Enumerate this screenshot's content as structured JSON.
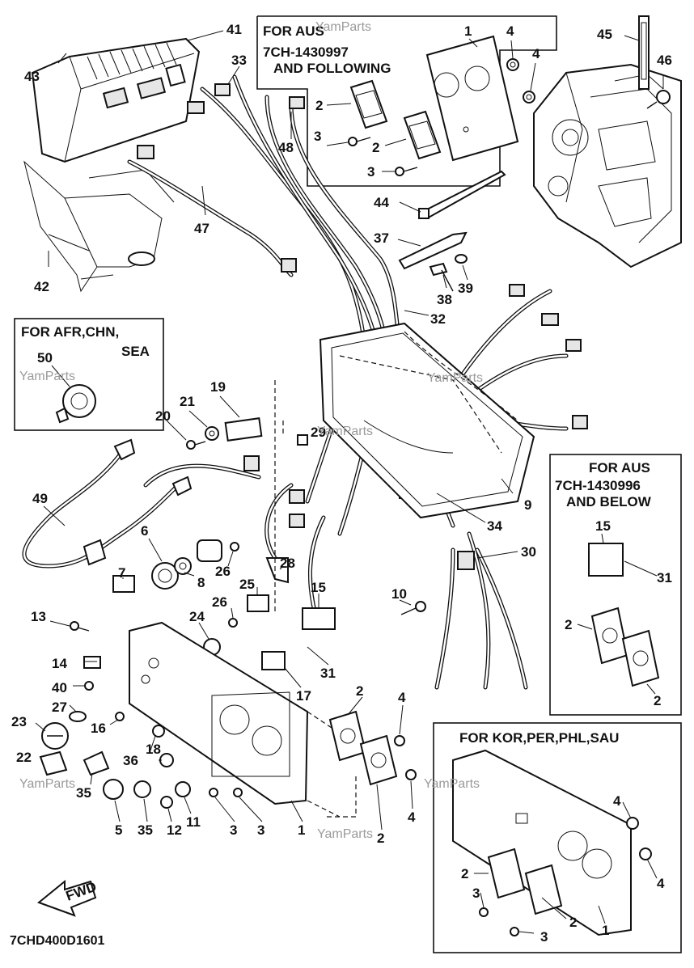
{
  "diagram": {
    "code": "7CHD400D1601",
    "fwd_label": "FWD",
    "watermark": "YamParts"
  },
  "boxes": {
    "aus_top": {
      "line1": "FOR  AUS",
      "line2": "7CH-1430997",
      "line3": "AND FOLLOWING"
    },
    "afr": {
      "line1": "FOR AFR,CHN,",
      "line2": "SEA"
    },
    "aus_right": {
      "line1": "FOR  AUS",
      "line2": "7CH-1430996",
      "line3": "AND BELOW"
    },
    "kor": {
      "line1": "FOR KOR,PER,PHL,SAU"
    }
  },
  "callouts": [
    {
      "id": "c41",
      "text": "41"
    },
    {
      "id": "c43",
      "text": "43"
    },
    {
      "id": "c33",
      "text": "33"
    },
    {
      "id": "c48",
      "text": "48"
    },
    {
      "id": "c47",
      "text": "47"
    },
    {
      "id": "c42",
      "text": "42"
    },
    {
      "id": "c1a",
      "text": "1"
    },
    {
      "id": "c4a",
      "text": "4"
    },
    {
      "id": "c4b",
      "text": "4"
    },
    {
      "id": "c2a",
      "text": "2"
    },
    {
      "id": "c3a",
      "text": "3"
    },
    {
      "id": "c2b",
      "text": "2"
    },
    {
      "id": "c3b",
      "text": "3"
    },
    {
      "id": "c45",
      "text": "45"
    },
    {
      "id": "c46",
      "text": "46"
    },
    {
      "id": "c44",
      "text": "44"
    },
    {
      "id": "c37",
      "text": "37"
    },
    {
      "id": "c38",
      "text": "38"
    },
    {
      "id": "c39",
      "text": "39"
    },
    {
      "id": "c32",
      "text": "32"
    },
    {
      "id": "c50",
      "text": "50"
    },
    {
      "id": "c19",
      "text": "19"
    },
    {
      "id": "c21",
      "text": "21"
    },
    {
      "id": "c20",
      "text": "20"
    },
    {
      "id": "c29",
      "text": "29"
    },
    {
      "id": "c9",
      "text": "9"
    },
    {
      "id": "c49",
      "text": "49"
    },
    {
      "id": "c34",
      "text": "34"
    },
    {
      "id": "c6",
      "text": "6"
    },
    {
      "id": "c30",
      "text": "30"
    },
    {
      "id": "c7",
      "text": "7"
    },
    {
      "id": "c8",
      "text": "8"
    },
    {
      "id": "c26a",
      "text": "26"
    },
    {
      "id": "c28",
      "text": "28"
    },
    {
      "id": "c25",
      "text": "25"
    },
    {
      "id": "c15a",
      "text": "15"
    },
    {
      "id": "c26b",
      "text": "26"
    },
    {
      "id": "c10",
      "text": "10"
    },
    {
      "id": "c13",
      "text": "13"
    },
    {
      "id": "c24",
      "text": "24"
    },
    {
      "id": "c14",
      "text": "14"
    },
    {
      "id": "c31a",
      "text": "31"
    },
    {
      "id": "c40",
      "text": "40"
    },
    {
      "id": "c17",
      "text": "17"
    },
    {
      "id": "c27",
      "text": "27"
    },
    {
      "id": "c2c",
      "text": "2"
    },
    {
      "id": "c4c",
      "text": "4"
    },
    {
      "id": "c23",
      "text": "23"
    },
    {
      "id": "c16",
      "text": "16"
    },
    {
      "id": "c18",
      "text": "18"
    },
    {
      "id": "c36",
      "text": "36"
    },
    {
      "id": "c22",
      "text": "22"
    },
    {
      "id": "c35a",
      "text": "35"
    },
    {
      "id": "c4d",
      "text": "4"
    },
    {
      "id": "c5",
      "text": "5"
    },
    {
      "id": "c35b",
      "text": "35"
    },
    {
      "id": "c12",
      "text": "12"
    },
    {
      "id": "c11",
      "text": "11"
    },
    {
      "id": "c3c",
      "text": "3"
    },
    {
      "id": "c3d",
      "text": "3"
    },
    {
      "id": "c1b",
      "text": "1"
    },
    {
      "id": "c2d",
      "text": "2"
    },
    {
      "id": "c15b",
      "text": "15"
    },
    {
      "id": "c31b",
      "text": "31"
    },
    {
      "id": "c2e",
      "text": "2"
    },
    {
      "id": "c2f",
      "text": "2"
    },
    {
      "id": "c4e",
      "text": "4"
    },
    {
      "id": "c4f",
      "text": "4"
    },
    {
      "id": "c2g",
      "text": "2"
    },
    {
      "id": "c3e",
      "text": "3"
    },
    {
      "id": "c2h",
      "text": "2"
    },
    {
      "id": "c3f",
      "text": "3"
    },
    {
      "id": "c1c",
      "text": "1"
    }
  ]
}
